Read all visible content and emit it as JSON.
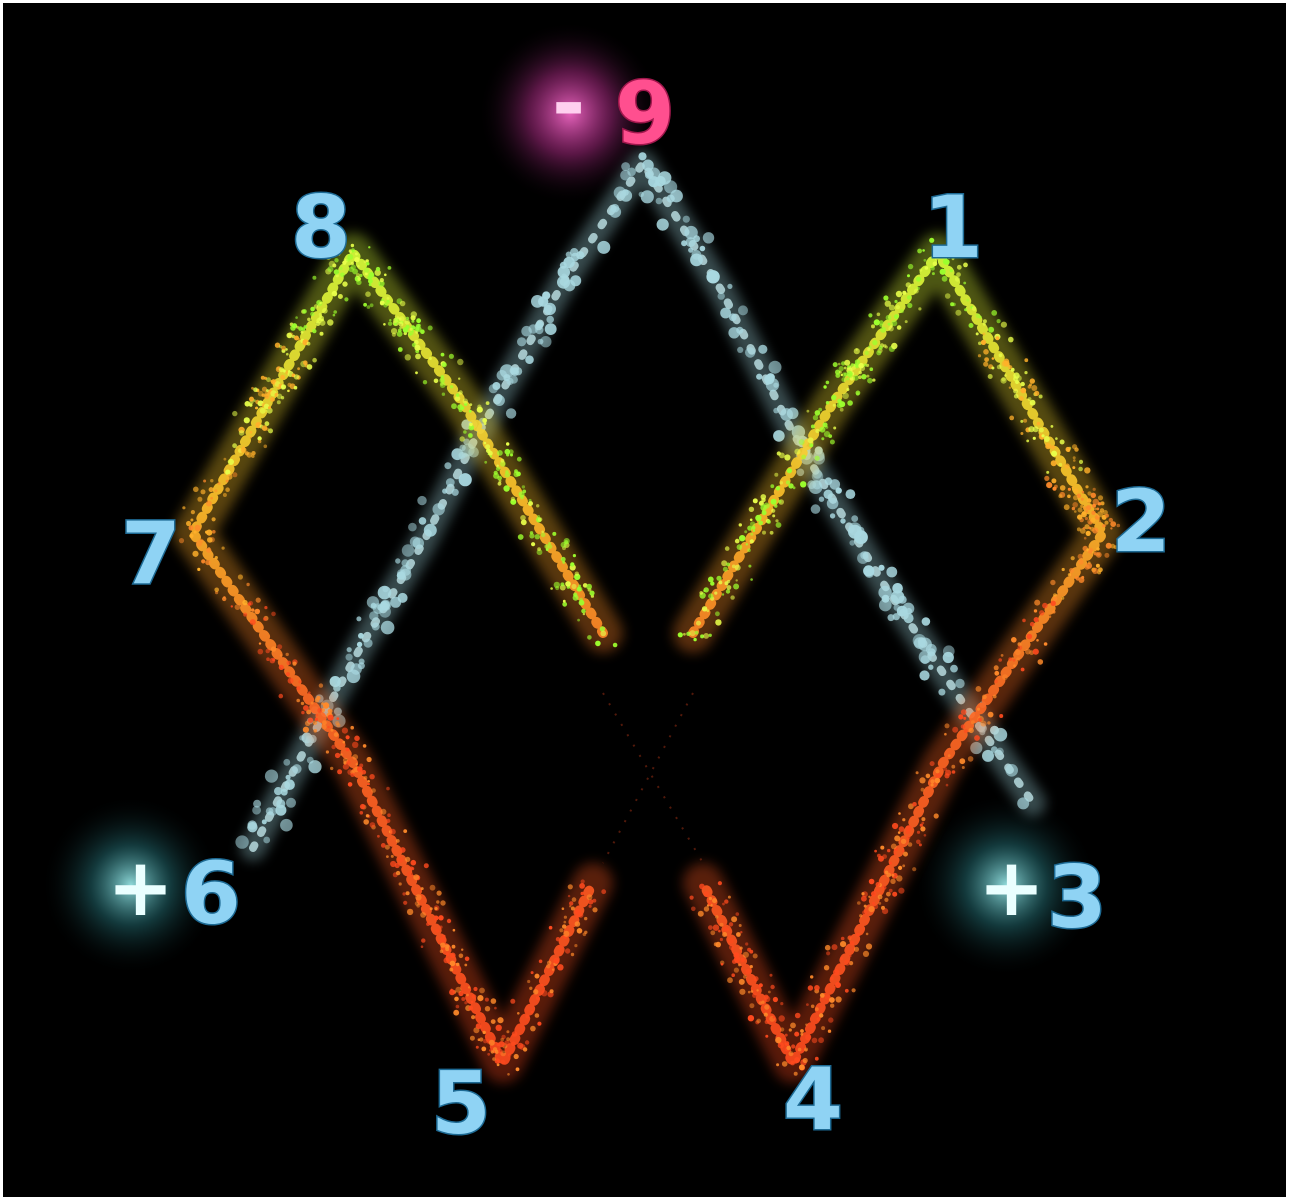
{
  "labels": {
    "p1": "1",
    "p2": "2",
    "p3": "3",
    "p4": "4",
    "p5": "5",
    "p6": "6",
    "p7": "7",
    "p8": "8",
    "p9": "9"
  },
  "signs": {
    "plus_6": "+",
    "plus_3": "+",
    "minus_9": "-"
  },
  "colors": {
    "background": "#000000",
    "label_fill": "#8fd3f4",
    "label_stroke": "#1d6a94",
    "label_pink": "#ff4f8f",
    "glow_pink": "#ff5fc8",
    "glow_cyan": "#7fe3ea",
    "path_mist": "#a9d8e0",
    "path_yellow": "#e8ff4a",
    "path_green": "#9cff2e",
    "path_orange": "#ff8a2a",
    "path_red": "#ff4a1e"
  }
}
